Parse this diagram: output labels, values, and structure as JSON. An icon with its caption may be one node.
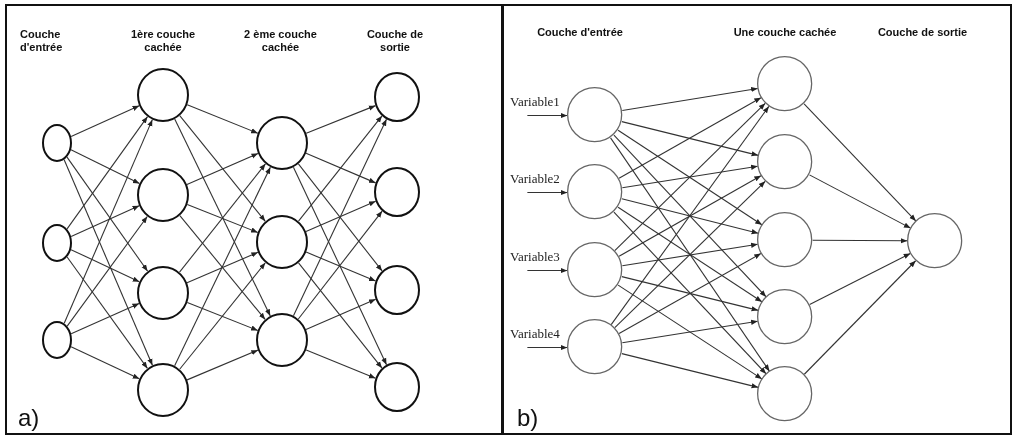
{
  "diagram": {
    "nodes": [
      {
        "text": [],
        "shape": "circle"
      },
      {
        "text": [],
        "shape": "circle"
      },
      {
        "text": [],
        "shape": "circle"
      },
      {
        "text": [],
        "shape": "circle"
      },
      {
        "text": [],
        "shape": "circle"
      },
      {
        "text": [],
        "shape": "circle"
      },
      {
        "text": [],
        "shape": "circle"
      },
      {
        "text": [],
        "shape": "circle"
      },
      {
        "text": [],
        "shape": "circle"
      },
      {
        "text": [],
        "shape": "circle"
      },
      {
        "text": [],
        "shape": "circle"
      },
      {
        "text": [],
        "shape": "circle"
      },
      {
        "text": [],
        "shape": "circle"
      },
      {
        "text": [],
        "shape": "circle"
      },
      {
        "text": [],
        "shape": "circle"
      },
      {
        "text": [],
        "shape": "circle"
      },
      {
        "text": [],
        "shape": "circle"
      },
      {
        "text": [],
        "shape": "circle"
      },
      {
        "text": [],
        "shape": "circle"
      },
      {
        "text": [],
        "shape": "circle"
      },
      {
        "text": [],
        "shape": "circle"
      },
      {
        "text": [],
        "shape": "circle"
      },
      {
        "text": [],
        "shape": "circle"
      },
      {
        "text": [],
        "shape": "circle"
      }
    ],
    "edges": [
      {
        "from": 0,
        "to": 3,
        "arrow": "to"
      },
      {
        "from": 0,
        "to": 4,
        "arrow": "to"
      },
      {
        "from": 0,
        "to": 5,
        "arrow": "to"
      },
      {
        "from": 0,
        "to": 6,
        "arrow": "to"
      },
      {
        "from": 1,
        "to": 3,
        "arrow": "to"
      },
      {
        "from": 1,
        "to": 4,
        "arrow": "to"
      },
      {
        "from": 1,
        "to": 5,
        "arrow": "to"
      },
      {
        "from": 1,
        "to": 6,
        "arrow": "to"
      },
      {
        "from": 2,
        "to": 3,
        "arrow": "to"
      },
      {
        "from": 2,
        "to": 4,
        "arrow": "to"
      },
      {
        "from": 2,
        "to": 5,
        "arrow": "to"
      },
      {
        "from": 2,
        "to": 6,
        "arrow": "to"
      },
      {
        "from": 3,
        "to": 7,
        "arrow": "to"
      },
      {
        "from": 3,
        "to": 8,
        "arrow": "to"
      },
      {
        "from": 3,
        "to": 9,
        "arrow": "to"
      },
      {
        "from": 4,
        "to": 7,
        "arrow": "to"
      },
      {
        "from": 4,
        "to": 8,
        "arrow": "to"
      },
      {
        "from": 4,
        "to": 9,
        "arrow": "to"
      },
      {
        "from": 5,
        "to": 7,
        "arrow": "to"
      },
      {
        "from": 5,
        "to": 8,
        "arrow": "to"
      },
      {
        "from": 5,
        "to": 9,
        "arrow": "to"
      },
      {
        "from": 6,
        "to": 7,
        "arrow": "to"
      },
      {
        "from": 6,
        "to": 8,
        "arrow": "to"
      },
      {
        "from": 6,
        "to": 9,
        "arrow": "to"
      },
      {
        "from": 7,
        "to": 10,
        "arrow": "to"
      },
      {
        "from": 7,
        "to": 11,
        "arrow": "to"
      },
      {
        "from": 7,
        "to": 12,
        "arrow": "to"
      },
      {
        "from": 7,
        "to": 13,
        "arrow": "to"
      },
      {
        "from": 8,
        "to": 10,
        "arrow": "to"
      },
      {
        "from": 8,
        "to": 11,
        "arrow": "to"
      },
      {
        "from": 8,
        "to": 12,
        "arrow": "to"
      },
      {
        "from": 8,
        "to": 13,
        "arrow": "to"
      },
      {
        "from": 9,
        "to": 10,
        "arrow": "to"
      },
      {
        "from": 9,
        "to": 11,
        "arrow": "to"
      },
      {
        "from": 9,
        "to": 12,
        "arrow": "to"
      },
      {
        "from": 9,
        "to": 13,
        "arrow": "to"
      },
      {
        "from": null,
        "to": 14,
        "arrow": "to",
        "label": "Variable1"
      },
      {
        "from": null,
        "to": 15,
        "arrow": "to",
        "label": "Variable2"
      },
      {
        "from": null,
        "to": 16,
        "arrow": "to",
        "label": "Variable3"
      },
      {
        "from": null,
        "to": 17,
        "arrow": "to",
        "label": "Variable4"
      },
      {
        "from": 14,
        "to": 18,
        "arrow": "to"
      },
      {
        "from": 14,
        "to": 19,
        "arrow": "to"
      },
      {
        "from": 14,
        "to": 20,
        "arrow": "to"
      },
      {
        "from": 14,
        "to": 21,
        "arrow": "to"
      },
      {
        "from": 14,
        "to": 22,
        "arrow": "to"
      },
      {
        "from": 15,
        "to": 18,
        "arrow": "to"
      },
      {
        "from": 15,
        "to": 19,
        "arrow": "to"
      },
      {
        "from": 15,
        "to": 20,
        "arrow": "to"
      },
      {
        "from": 15,
        "to": 21,
        "arrow": "to"
      },
      {
        "from": 15,
        "to": 22,
        "arrow": "to"
      },
      {
        "from": 16,
        "to": 18,
        "arrow": "to"
      },
      {
        "from": 16,
        "to": 19,
        "arrow": "to"
      },
      {
        "from": 16,
        "to": 20,
        "arrow": "to"
      },
      {
        "from": 16,
        "to": 21,
        "arrow": "to"
      },
      {
        "from": 16,
        "to": 22,
        "arrow": "to"
      },
      {
        "from": 17,
        "to": 18,
        "arrow": "to"
      },
      {
        "from": 17,
        "to": 19,
        "arrow": "to"
      },
      {
        "from": 17,
        "to": 20,
        "arrow": "to"
      },
      {
        "from": 17,
        "to": 21,
        "arrow": "to"
      },
      {
        "from": 17,
        "to": 22,
        "arrow": "to"
      },
      {
        "from": 18,
        "to": 23,
        "arrow": "to"
      },
      {
        "from": 19,
        "to": 23,
        "arrow": "to"
      },
      {
        "from": 20,
        "to": 23,
        "arrow": "to"
      },
      {
        "from": 21,
        "to": 23,
        "arrow": "to"
      },
      {
        "from": 22,
        "to": 23,
        "arrow": "to"
      }
    ],
    "labels": [
      "Couche d'entrée",
      "1ère couche cachée",
      "2 ème couche cachée",
      "Couche de sortie",
      "a)",
      "Couche d'entrée",
      "Une couche cachée",
      "Couche de sortie",
      "b)"
    ]
  }
}
